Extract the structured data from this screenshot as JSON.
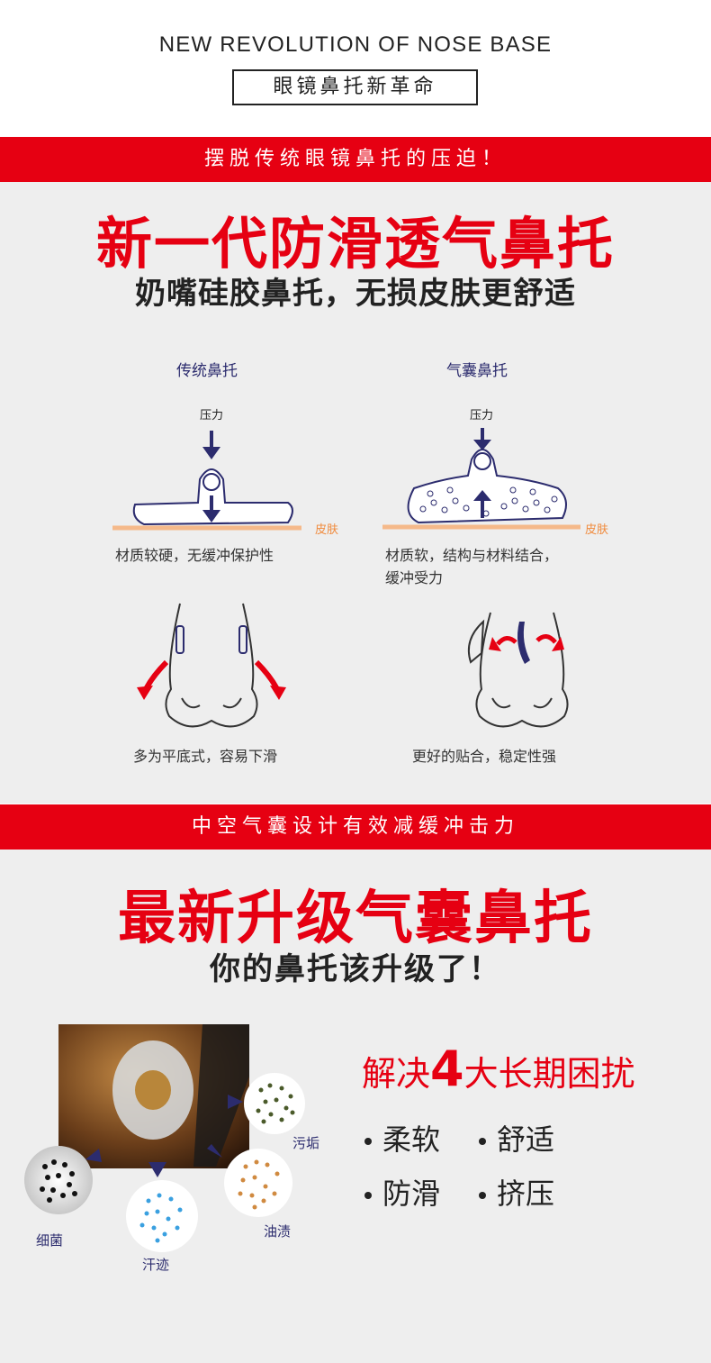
{
  "header": {
    "en_title": "NEW REVOLUTION OF NOSE BASE",
    "cn_title": "眼镜鼻托新革命"
  },
  "section1": {
    "banner": "摆脱传统眼镜鼻托的压迫！",
    "headline": "新一代防滑透气鼻托",
    "subheadline": "奶嘴硅胶鼻托，无损皮肤更舒适"
  },
  "comparison": {
    "left": {
      "title": "传统鼻托",
      "pressure": "压力",
      "skin": "皮肤",
      "desc": "材质较硬，无缓冲保护性",
      "nose_caption": "多为平底式，容易下滑"
    },
    "right": {
      "title": "气囊鼻托",
      "pressure": "压力",
      "skin": "皮肤",
      "desc_line1": "材质软，结构与材料结合，",
      "desc_line2": "缓冲受力",
      "nose_caption": "更好的贴合，稳定性强"
    }
  },
  "section2": {
    "banner": "中空气囊设计有效减缓冲击力",
    "headline": "最新升级气囊鼻托",
    "subheadline": "你的鼻托该升级了！"
  },
  "problems": {
    "title_prefix": "解决",
    "title_number": "4",
    "title_suffix": "大长期困扰",
    "bullets": [
      "柔软",
      "舒适",
      "防滑",
      "挤压"
    ],
    "labels": {
      "dirt": "污垢",
      "bacteria": "细菌",
      "sweat": "汗迹",
      "oil": "油渍"
    }
  },
  "colors": {
    "accent_red": "#e60012",
    "navy": "#2c2c6e",
    "skin_orange": "#f08a3c",
    "panel_gray": "#eeeeee"
  }
}
